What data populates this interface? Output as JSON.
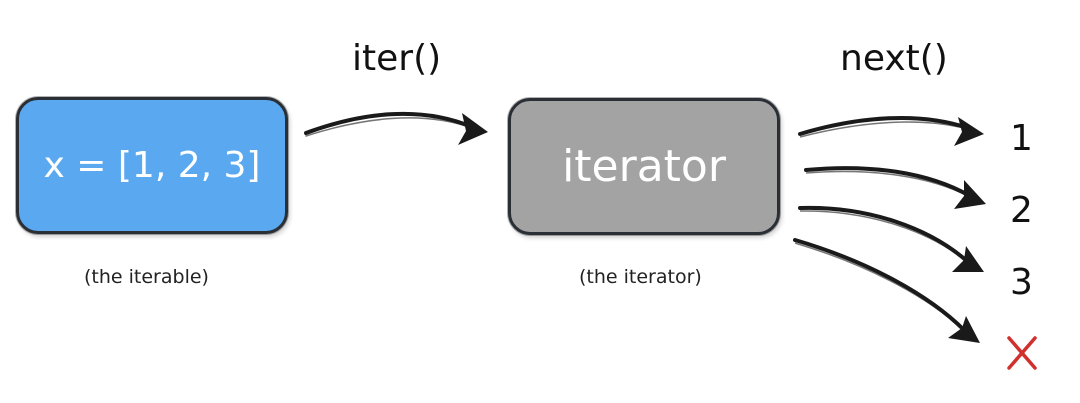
{
  "iterable": {
    "content": "x = [1, 2, 3]",
    "caption": "(the iterable)",
    "color": "#5aa9f0"
  },
  "iterator": {
    "content": "iterator",
    "caption": "(the iterator)",
    "color": "#a3a3a3"
  },
  "edges": {
    "iter_label": "iter()",
    "next_label": "next()"
  },
  "outputs": {
    "values": [
      "1",
      "2",
      "3"
    ],
    "stop_icon": "x-mark-icon",
    "stop_color": "#d0312d"
  }
}
